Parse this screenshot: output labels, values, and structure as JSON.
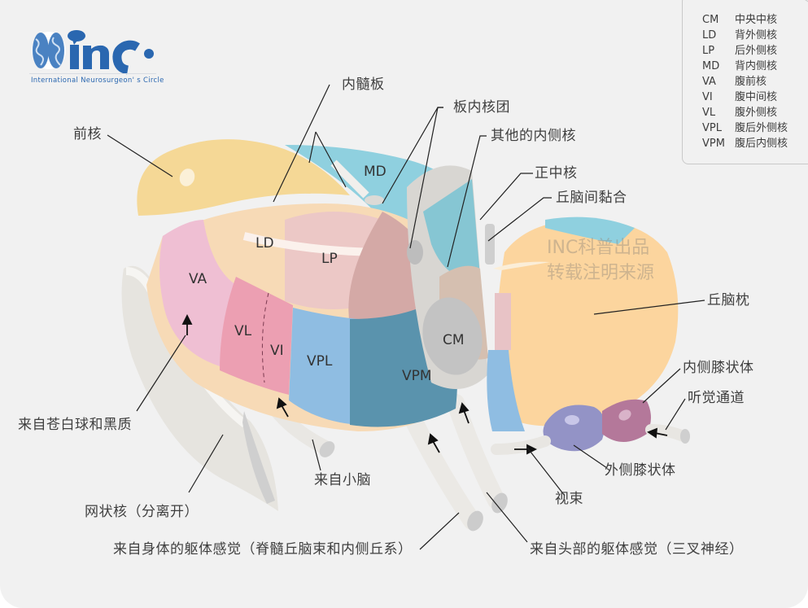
{
  "logo": {
    "text": "inc",
    "subtitle": "International  Neurosurgeon' s  Circle",
    "color": "#2a67b0"
  },
  "watermark": {
    "line1": "INC科普出品",
    "line2": "转载注明来源"
  },
  "legend": {
    "items": [
      {
        "abbr": "CM",
        "name": "中央中核"
      },
      {
        "abbr": "LD",
        "name": "背外侧核"
      },
      {
        "abbr": "LP",
        "name": "后外侧核"
      },
      {
        "abbr": "MD",
        "name": "背内侧核"
      },
      {
        "abbr": "VA",
        "name": "腹前核"
      },
      {
        "abbr": "VI",
        "name": "腹中间核"
      },
      {
        "abbr": "VL",
        "name": "腹外侧核"
      },
      {
        "abbr": "VPL",
        "name": "腹后外侧核"
      },
      {
        "abbr": "VPM",
        "name": "腹后内侧核"
      }
    ]
  },
  "nuclei": {
    "MD": "MD",
    "LD": "LD",
    "LP": "LP",
    "VA": "VA",
    "VL": "VL",
    "VI": "VI",
    "VPL": "VPL",
    "VPM": "VPM",
    "CM": "CM"
  },
  "callouts": {
    "anterior_nucleus": "前核",
    "internal_medullary_lamina": "内髓板",
    "intralaminar_nuclei": "板内核团",
    "other_medial_nuclei": "其他的内侧核",
    "median_nucleus": "正中核",
    "interthalamic_adhesion": "丘脑间黏合",
    "pulvinar": "丘脑枕",
    "medial_geniculate_body": "内侧膝状体",
    "auditory_pathway": "听觉通道",
    "lateral_geniculate_body": "外侧膝状体",
    "optic_tract": "视束",
    "from_globus_pallidus_substantia_nigra": "来自苍白球和黑质",
    "from_cerebellum": "来自小脑",
    "reticular_nucleus": "网状核（分离开）",
    "somatosensory_body": "来自身体的躯体感觉（脊髓丘脑束和内侧丘系）",
    "somatosensory_head": "来自头部的躯体感觉（三叉神经）"
  },
  "colors": {
    "background": "#f1f1f1",
    "anterior": "#f5d896",
    "MD": "#8fd0df",
    "LD": "#f7dab6",
    "LP": "#ecc8c6",
    "VA": "#efbfd3",
    "VL": "#ec9fb2",
    "VPL": "#8fbde2",
    "VPM": "#5a93ad",
    "CM": "#c3c3c3",
    "pulvinar": "#fcd59e",
    "MGB": "#b4789a",
    "LGB": "#9393c6",
    "fiber": "#e8e6e2"
  }
}
